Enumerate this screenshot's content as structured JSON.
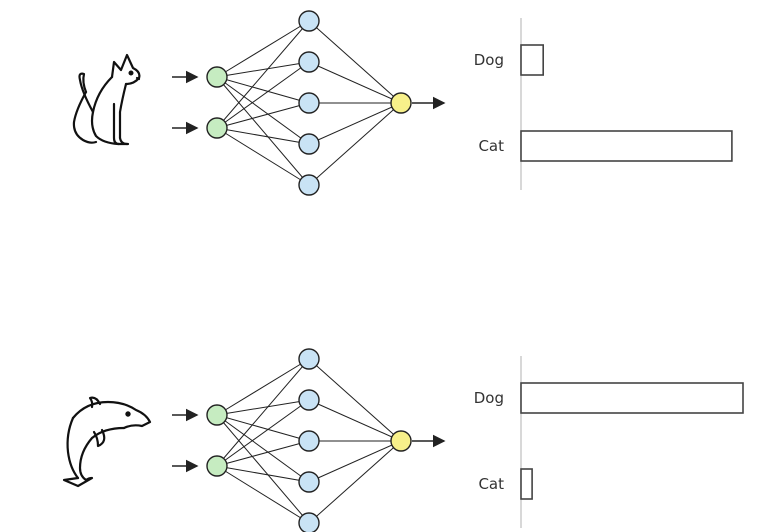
{
  "colors": {
    "input_node": "#c6ecc1",
    "hidden_node": "#c9e3f5",
    "output_node": "#f7f08a",
    "stroke": "#222222",
    "axis": "#bdbdbd",
    "bar_fill": "#ffffff",
    "bar_stroke": "#444444"
  },
  "panels": [
    {
      "animal": "cat",
      "icon": "cat-icon",
      "bars": [
        {
          "label": "Dog",
          "value": 0.1
        },
        {
          "label": "Cat",
          "value": 0.95
        }
      ]
    },
    {
      "animal": "dolphin",
      "icon": "dolphin-icon",
      "bars": [
        {
          "label": "Dog",
          "value": 1.0
        },
        {
          "label": "Cat",
          "value": 0.05
        }
      ]
    }
  ]
}
